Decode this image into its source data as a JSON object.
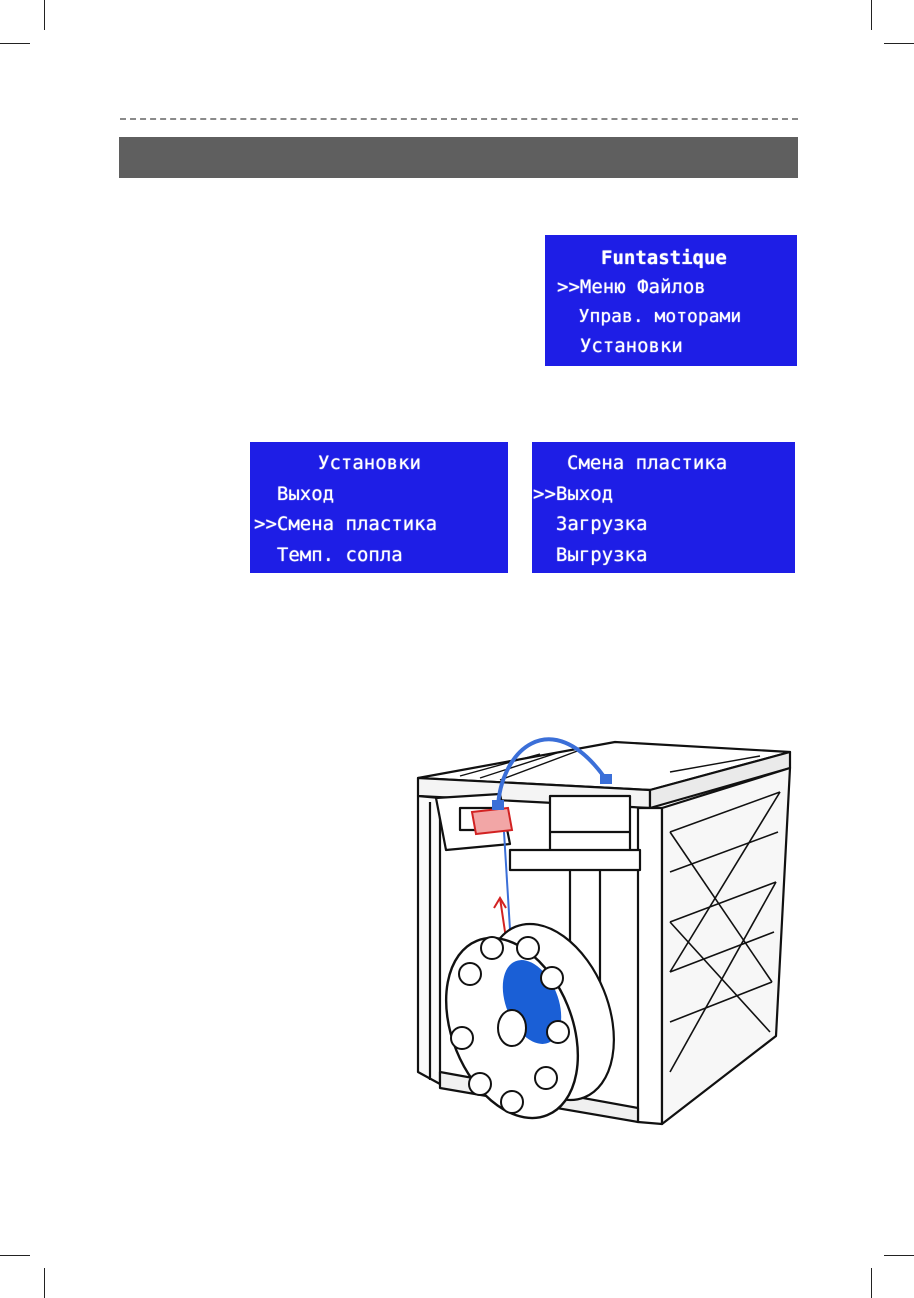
{
  "lcd_main": {
    "title": "Funtastique",
    "lines": [
      ">>Меню Файлов",
      "  Управ. моторами",
      "  Установки"
    ]
  },
  "lcd_settings": {
    "title": "Установки",
    "lines": [
      "  Выход",
      ">>Смена пластика",
      "  Темп. сопла"
    ]
  },
  "lcd_filament": {
    "title": "Смена пластика",
    "lines": [
      ">>Выход",
      "  Загрузка",
      "  Выгрузка"
    ]
  },
  "colors": {
    "lcd_background": "#1e1ee6",
    "section_bar": "#5f5f5f",
    "filament_tube": "#3b6fd8",
    "spool_filament": "#1a5fd6",
    "feed_arrow": "#d22222"
  },
  "illustration": {
    "subject": "3D printer with filament spool",
    "icons": [
      "printer-frame-icon",
      "filament-spool-icon",
      "feed-arrow-icon"
    ]
  }
}
